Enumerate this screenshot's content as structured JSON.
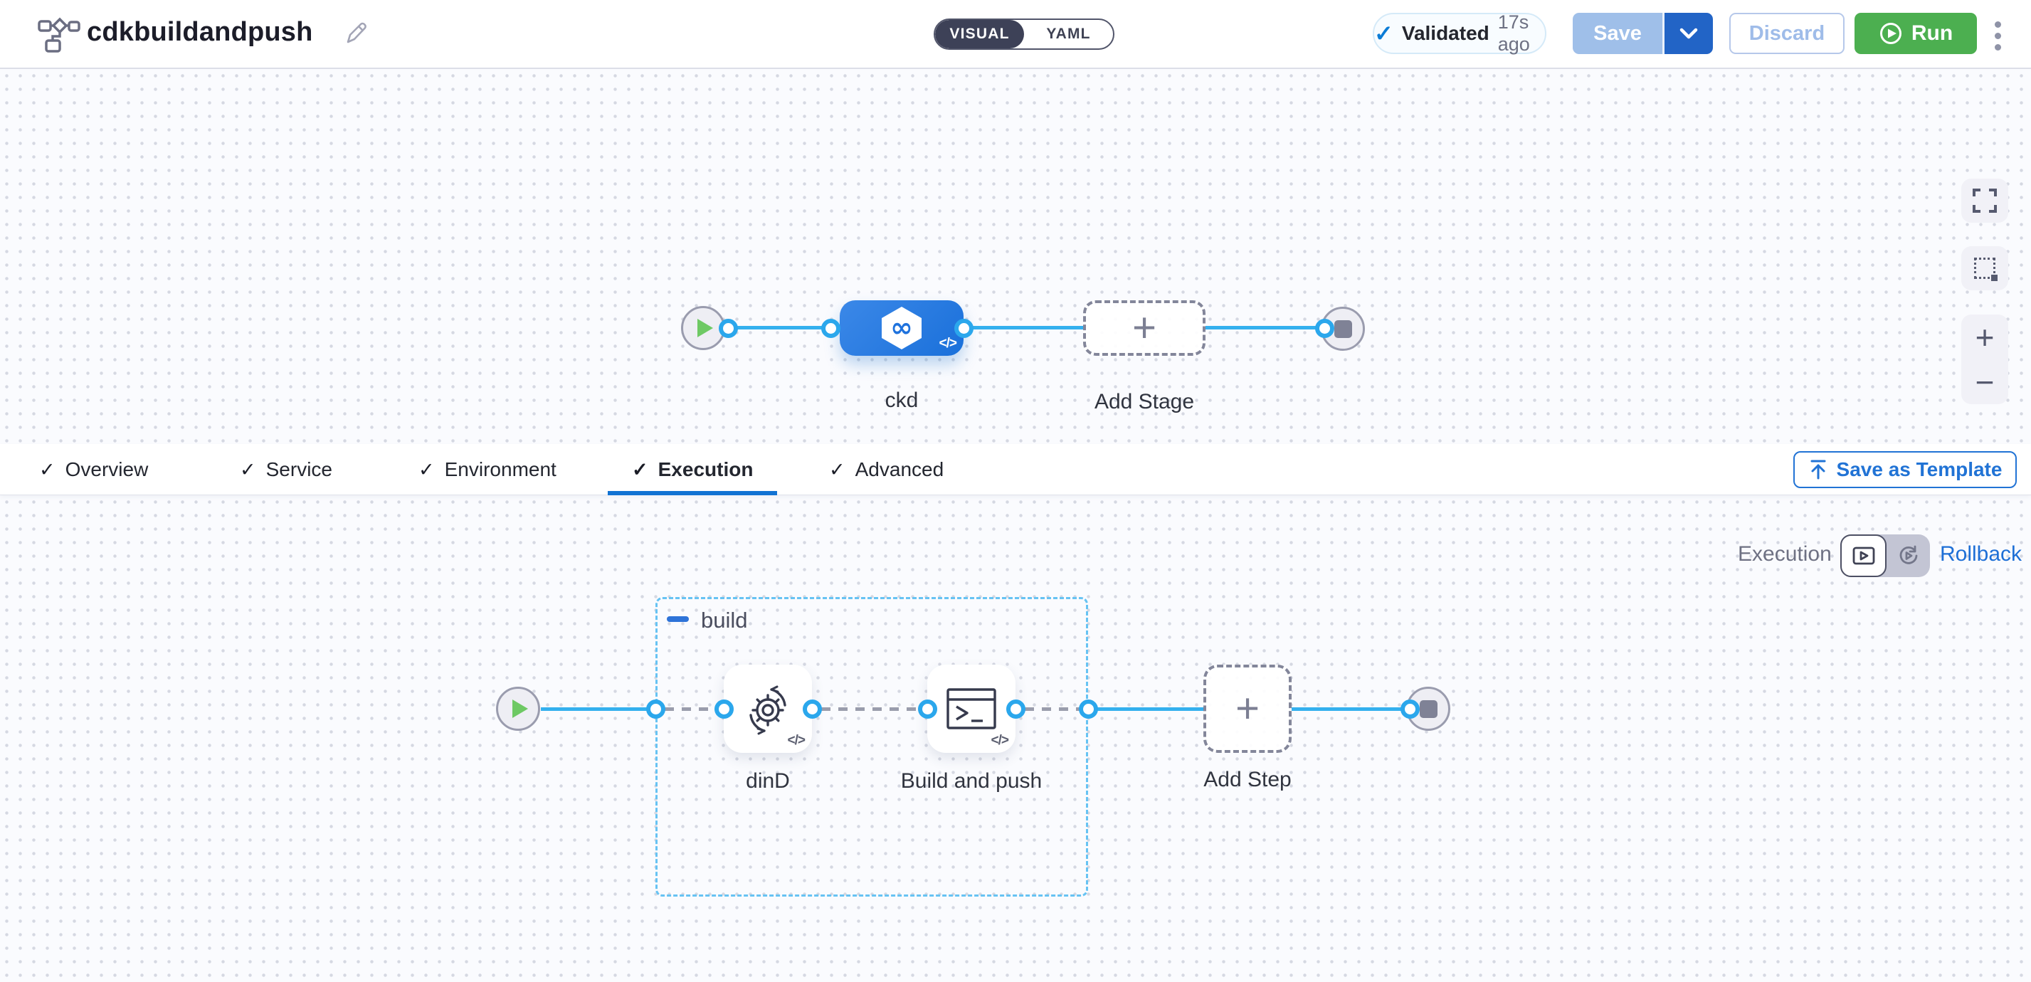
{
  "header": {
    "title": "cdkbuildandpush",
    "mode_toggle": {
      "visual_label": "VISUAL",
      "yaml_label": "YAML",
      "active": "VISUAL"
    },
    "validated_badge": {
      "label": "Validated",
      "time_ago": "17s ago"
    },
    "save_button": "Save",
    "discard_button": "Discard",
    "run_button": "Run"
  },
  "stage_canvas": {
    "stage_label": "ckd",
    "add_stage_label": "Add Stage"
  },
  "tabs": {
    "items": [
      {
        "label": "Overview"
      },
      {
        "label": "Service"
      },
      {
        "label": "Environment"
      },
      {
        "label": "Execution"
      },
      {
        "label": "Advanced"
      }
    ],
    "active_tab": "Execution",
    "save_as_template_button": "Save as Template"
  },
  "execution_canvas": {
    "mode_switch": {
      "left_label": "Execution",
      "right_label": "Rollback"
    },
    "group_label": "build",
    "steps": [
      {
        "label": "dinD"
      },
      {
        "label": "Build and push"
      }
    ],
    "add_step_label": "Add Step"
  },
  "icons": {
    "check": "✓",
    "plus": "+",
    "zoom_in": "+",
    "zoom_out": "−",
    "infinity": "∞",
    "code_badge": "</>"
  },
  "colors": {
    "primary_blue": "#0278d5",
    "node_blue": "#1f72dd",
    "connector_blue": "#34b0ee",
    "group_dash_blue": "#67c3f3",
    "run_green": "#4caf50",
    "dark_toggle": "#3d4157",
    "canvas_bg": "#fafbfe"
  }
}
